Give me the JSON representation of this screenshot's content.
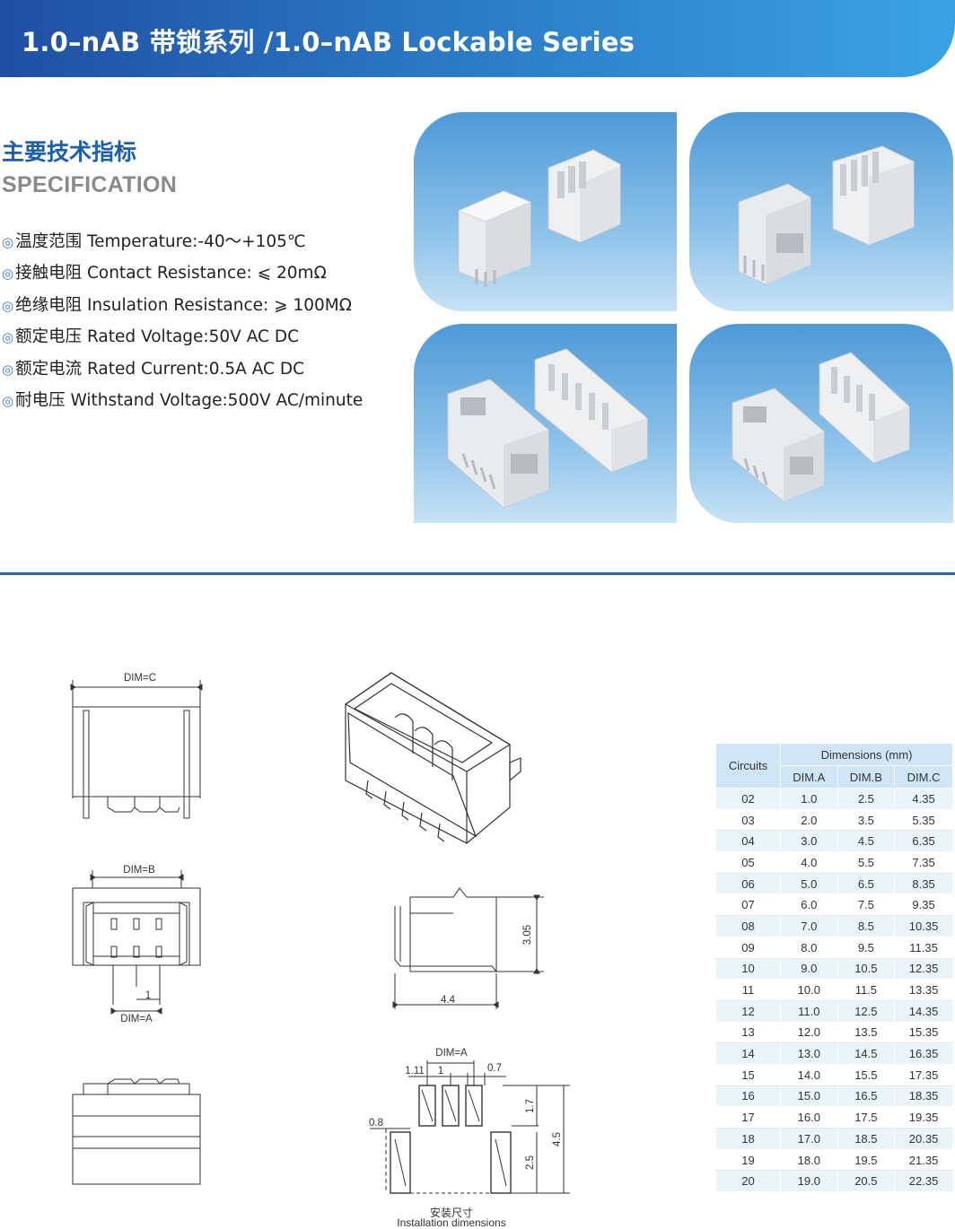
{
  "header": {
    "title": "1.0–nAB 带锁系列 /1.0–nAB Lockable Series"
  },
  "spec": {
    "title_cn": "主要技术指标",
    "title_en": "SPECIFICATION",
    "bullet": "◎",
    "items": [
      "温度范围 Temperature:-40～+105℃",
      "接触电阻 Contact Resistance: ⩽ 20mΩ",
      "绝缘电阻 Insulation Resistance: ⩾ 100MΩ",
      "额定电压 Rated Voltage:50V AC DC",
      "额定电流 Rated Current:0.5A AC DC",
      "耐电压 Withstand Voltage:500V AC/minute"
    ]
  },
  "drawings": {
    "dim_c": "DIM=C",
    "dim_b": "DIM=B",
    "dim_a": "DIM=A",
    "pitch": "1",
    "side_height": "3.05",
    "side_depth": "4.4",
    "fp_dim_a": "DIM=A",
    "fp_offset": "1.11",
    "fp_pitch": "1",
    "fp_pad_w": "0.7",
    "fp_pad_h": "1.7",
    "fp_tab_w": "0.8",
    "fp_tab_h": "2.5",
    "fp_total": "4.5",
    "caption_cn": "安装尺寸",
    "caption_en": "Installation dimensions"
  },
  "table": {
    "col_circuits": "Circuits",
    "col_group": "Dimensions (mm)",
    "col_a": "DIM.A",
    "col_b": "DIM.B",
    "col_c": "DIM.C",
    "rows": [
      [
        "02",
        "1.0",
        "2.5",
        "4.35"
      ],
      [
        "03",
        "2.0",
        "3.5",
        "5.35"
      ],
      [
        "04",
        "3.0",
        "4.5",
        "6.35"
      ],
      [
        "05",
        "4.0",
        "5.5",
        "7.35"
      ],
      [
        "06",
        "5.0",
        "6.5",
        "8.35"
      ],
      [
        "07",
        "6.0",
        "7.5",
        "9.35"
      ],
      [
        "08",
        "7.0",
        "8.5",
        "10.35"
      ],
      [
        "09",
        "8.0",
        "9.5",
        "11.35"
      ],
      [
        "10",
        "9.0",
        "10.5",
        "12.35"
      ],
      [
        "11",
        "10.0",
        "11.5",
        "13.35"
      ],
      [
        "12",
        "11.0",
        "12.5",
        "14.35"
      ],
      [
        "13",
        "12.0",
        "13.5",
        "15.35"
      ],
      [
        "14",
        "13.0",
        "14.5",
        "16.35"
      ],
      [
        "15",
        "14.0",
        "15.5",
        "17.35"
      ],
      [
        "16",
        "15.0",
        "16.5",
        "18.35"
      ],
      [
        "17",
        "16.0",
        "17.5",
        "19.35"
      ],
      [
        "18",
        "17.0",
        "18.5",
        "20.35"
      ],
      [
        "19",
        "18.0",
        "19.5",
        "21.35"
      ],
      [
        "20",
        "19.0",
        "20.5",
        "22.35"
      ]
    ]
  }
}
